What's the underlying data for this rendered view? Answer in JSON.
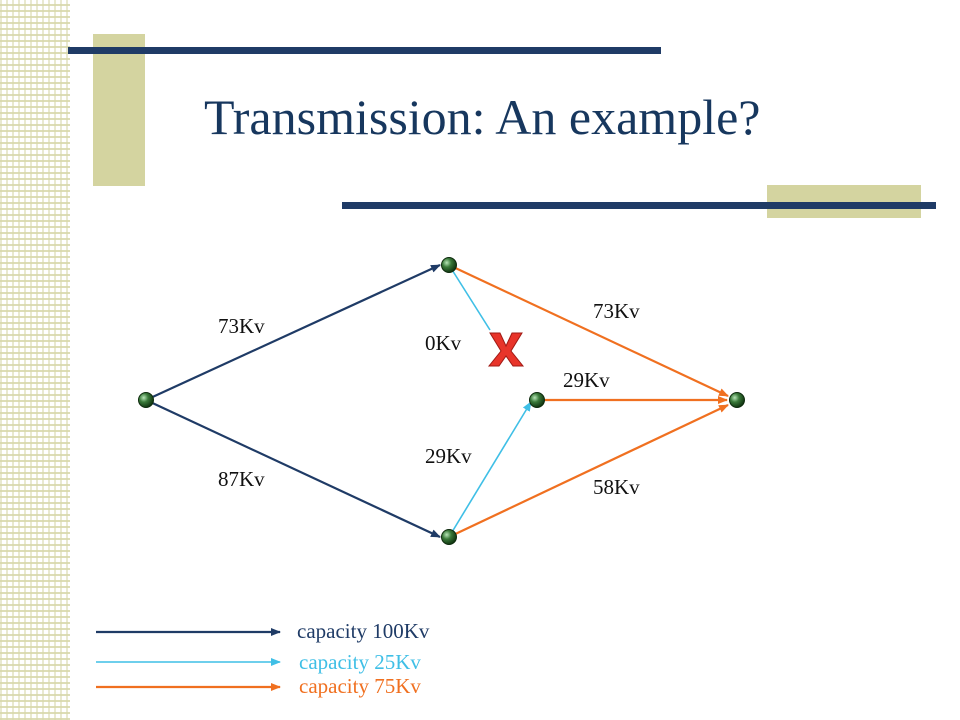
{
  "slide": {
    "title": "Transmission: An example?"
  },
  "diagram": {
    "edges": [
      {
        "id": "s-top",
        "label": "73Kv",
        "capacity_class": "100"
      },
      {
        "id": "s-bottom",
        "label": "87Kv",
        "capacity_class": "100"
      },
      {
        "id": "top-bottom-mid",
        "label": "0Kv",
        "capacity_class": "25",
        "failed": true
      },
      {
        "id": "bottom-mid",
        "label": "29Kv",
        "capacity_class": "25"
      },
      {
        "id": "top-t",
        "label": "73Kv",
        "capacity_class": "75"
      },
      {
        "id": "mid-t",
        "label": "29Kv",
        "capacity_class": "75"
      },
      {
        "id": "bottom-t",
        "label": "58Kv",
        "capacity_class": "75"
      }
    ],
    "failure_mark": "X"
  },
  "legend": {
    "items": [
      {
        "label": "capacity 100Kv",
        "color": "#1f3b66"
      },
      {
        "label": "capacity 25Kv",
        "color": "#3fbfe6"
      },
      {
        "label": "capacity 75Kv",
        "color": "#f07020"
      }
    ]
  },
  "colors": {
    "title": "#17375e",
    "accent_bars": "#1f3b66",
    "accent_blocks": "#d4d4a0",
    "edge_100": "#1f3b66",
    "edge_25": "#3fbfe6",
    "edge_75": "#f07020",
    "failure": "#e8342a",
    "node": "#3a7a3a"
  }
}
